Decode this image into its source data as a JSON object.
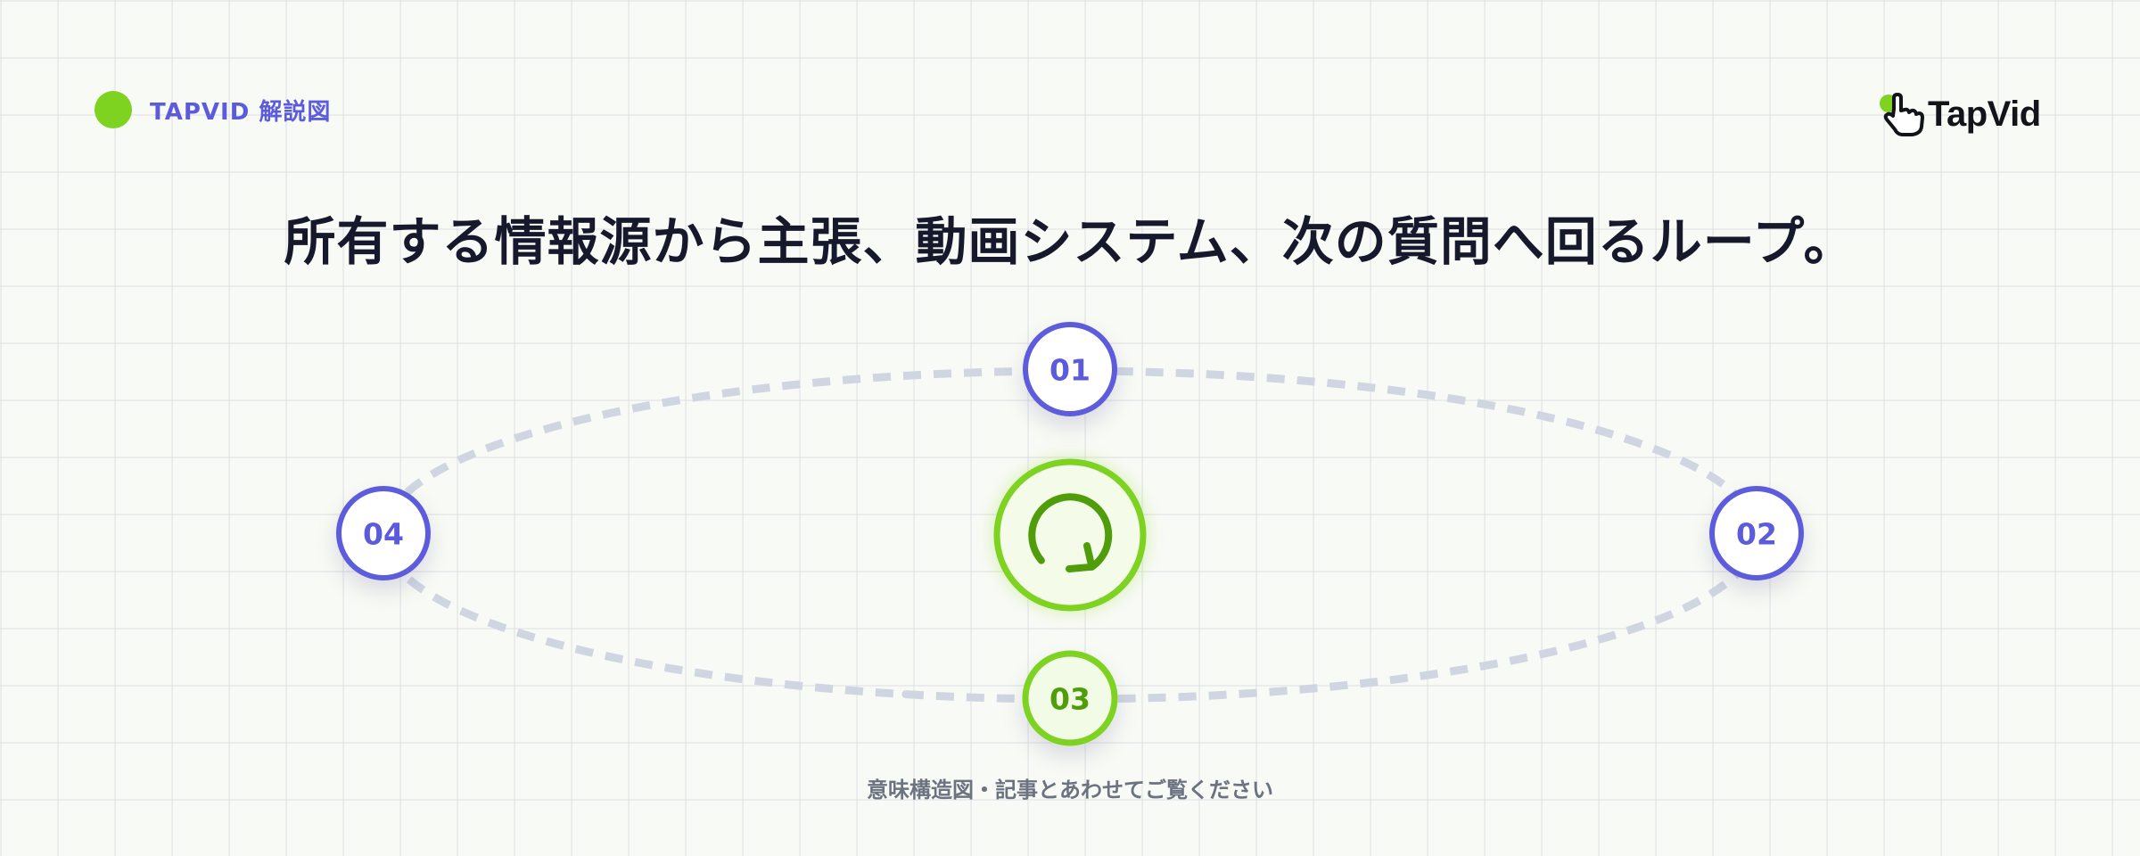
{
  "header": {
    "brand_label": "TAPVID 解説図",
    "logo_text": "TapVid"
  },
  "headline": "所有する情報源から主張、動画システム、次の質問へ回るループ。",
  "diagram": {
    "center_icon": "loop-arrow-icon",
    "steps": [
      {
        "label": "01"
      },
      {
        "label": "02"
      },
      {
        "label": "03"
      },
      {
        "label": "04"
      }
    ],
    "highlighted_step": "03"
  },
  "caption": "意味構造図・記事とあわせてご覧ください",
  "colors": {
    "accent_green": "#7ed321",
    "dark_green": "#4f9d0a",
    "accent_purple": "#5b5bdc",
    "dashed_path": "#cfd6e2",
    "headline": "#16192b"
  }
}
